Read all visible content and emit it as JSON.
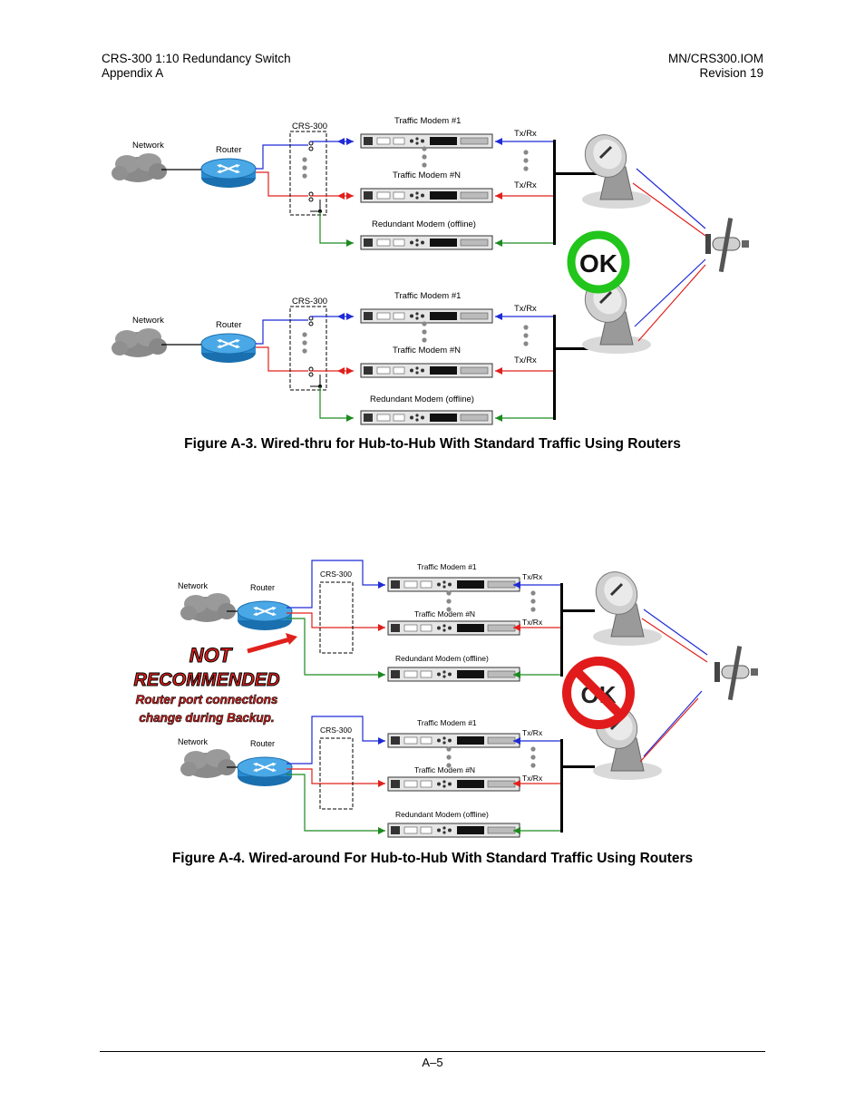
{
  "header": {
    "left_line1": "CRS-300 1:10 Redundancy Switch",
    "left_line2": "Appendix A",
    "right_line1": "MN/CRS300.IOM",
    "right_line2": "Revision 19"
  },
  "figure_a3": {
    "caption": "Figure A-3. Wired-thru for Hub-to-Hub With Standard Traffic Using Routers",
    "labels": {
      "network": "Network",
      "router": "Router",
      "crs": "CRS-300",
      "modem1": "Traffic Modem #1",
      "modemN": "Traffic Modem #N",
      "redundant": "Redundant Modem (offline)",
      "txrx": "Tx/Rx"
    },
    "ok_badge": "OK"
  },
  "figure_a4": {
    "caption": "Figure A-4. Wired-around For Hub-to-Hub With Standard Traffic Using Routers",
    "labels": {
      "network": "Network",
      "router": "Router",
      "crs": "CRS-300",
      "modem1": "Traffic Modem #1",
      "modemN": "Traffic Modem #N",
      "redundant": "Redundant Modem (offline)",
      "txrx": "Tx/Rx"
    },
    "ok_badge": "OK",
    "warning": {
      "line1": "NOT",
      "line2": "RECOMMENDED",
      "line3": "Router port connections",
      "line4": "change during Backup."
    }
  },
  "footer": {
    "page_number": "A–5"
  },
  "colors": {
    "blue": "#1f2bd6",
    "red": "#e0201c",
    "green": "#1d8a20",
    "ok_green": "#22c51b",
    "no_red": "#e11b1b"
  }
}
